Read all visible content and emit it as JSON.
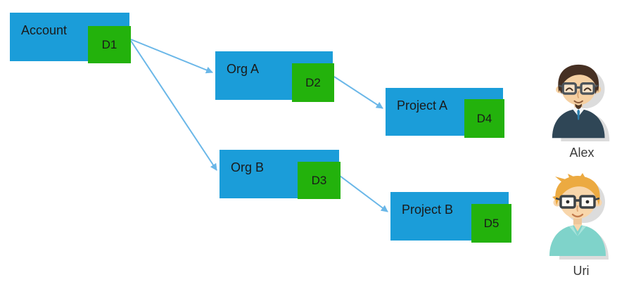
{
  "diagram": {
    "nodes": {
      "account": {
        "label": "Account",
        "badge": "D1"
      },
      "org_a": {
        "label": "Org A",
        "badge": "D2"
      },
      "org_b": {
        "label": "Org B",
        "badge": "D3"
      },
      "project_a": {
        "label": "Project A",
        "badge": "D4"
      },
      "project_b": {
        "label": "Project B",
        "badge": "D5"
      }
    },
    "edges": [
      {
        "from": "D1",
        "to": "Org A"
      },
      {
        "from": "D1",
        "to": "Org B"
      },
      {
        "from": "D2",
        "to": "Project A"
      },
      {
        "from": "D3",
        "to": "Project B"
      }
    ],
    "colors": {
      "node_fill": "#1b9dd9",
      "badge_fill": "#23b20c",
      "arrow": "#6ab7e8",
      "label_text": "#1a1a1a"
    }
  },
  "users": [
    {
      "name": "Alex"
    },
    {
      "name": "Uri"
    }
  ]
}
